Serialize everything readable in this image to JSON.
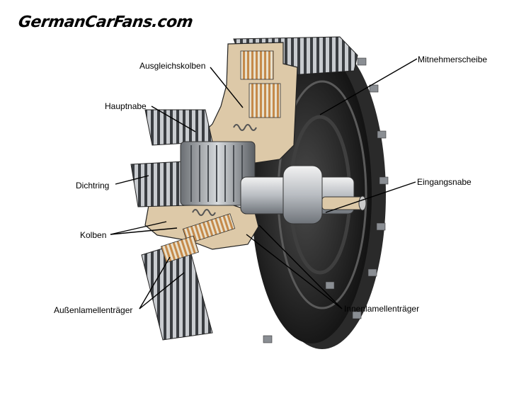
{
  "watermark": "GermanCarFans.com",
  "labels": {
    "ausgleichskolben": "Ausgleichskolben",
    "mitnehmerscheibe": "Mitnehmerscheibe",
    "hauptnabe": "Hauptnabe",
    "dichtring": "Dichtring",
    "eingangsnabe": "Eingangsnabe",
    "kolben": "Kolben",
    "aussenlamellentraeger": "Außenlamellenträger",
    "innenlamellentraeger": "Innenlamellenträger"
  },
  "colors": {
    "housing_cut": "#ddc9a8",
    "steel": "#9aa0a6",
    "dark_disc": "#1e1e1e",
    "friction_plate": "#c58a4a",
    "background": "#ffffff"
  }
}
